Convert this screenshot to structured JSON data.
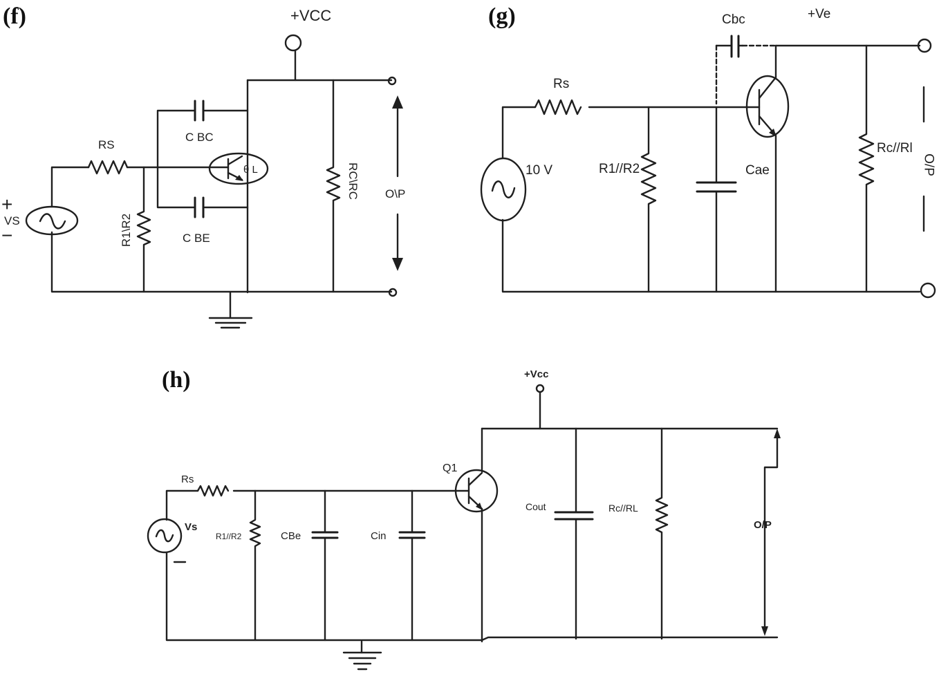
{
  "figure": {
    "panels": [
      {
        "tag": "(f)",
        "labels": {
          "vcc": "+VCC",
          "rs": "RS",
          "cbc": "C BC",
          "cbe": "C BE",
          "transistor": "θ L",
          "r1r2": "R1\\R2",
          "rcrc": "RC\\RC",
          "op": "O\\P",
          "vs": "VS",
          "plus": "+",
          "minus": "−"
        }
      },
      {
        "tag": "(g)",
        "labels": {
          "cbc": "Cbc",
          "ve": "+Ve",
          "rs": "Rs",
          "source": "10 V",
          "r1r2": "R1//R2",
          "cae": "Cae",
          "rcrl": "Rc//Rl",
          "op": "O/P"
        }
      },
      {
        "tag": "(h)",
        "labels": {
          "vcc": "+Vcc",
          "q1": "Q1",
          "rs": "Rs",
          "vs": "Vs",
          "r1r2": "R1//R2",
          "cbe": "CBe",
          "cin": "Cin",
          "cout": "Cout",
          "rcrl": "Rc//RL",
          "op": "O/P"
        }
      }
    ]
  },
  "colors": {
    "ink": "#1f1f1f",
    "background": "#ffffff"
  },
  "icons": [
    "ac-source-icon",
    "resistor-icon",
    "capacitor-icon",
    "npn-transistor-icon",
    "ground-icon",
    "terminal-icon"
  ]
}
